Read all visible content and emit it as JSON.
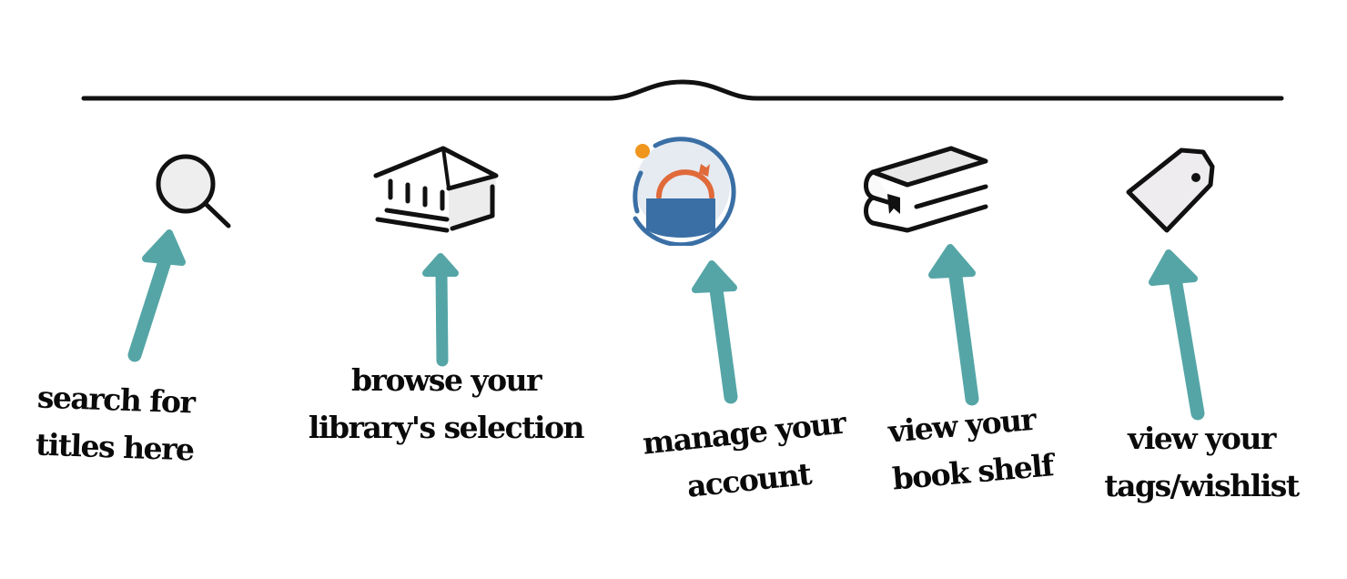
{
  "colors": {
    "arrow": "#55a5a6",
    "line": "#111111",
    "account_blue": "#3a6fa5",
    "account_orange": "#e06a3a",
    "account_dot": "#f0961e"
  },
  "nav_items": [
    {
      "id": "search",
      "icon": "magnifier-icon",
      "label_lines": [
        "search for",
        "titles here"
      ]
    },
    {
      "id": "browse",
      "icon": "library-building-icon",
      "label_lines": [
        "browse your",
        "library's selection"
      ]
    },
    {
      "id": "account",
      "icon": "account-logo-icon",
      "label_lines": [
        "manage your",
        "account"
      ]
    },
    {
      "id": "shelf",
      "icon": "book-stack-icon",
      "label_lines": [
        "view your",
        "book shelf"
      ]
    },
    {
      "id": "tags",
      "icon": "tag-icon",
      "label_lines": [
        "view your",
        "tags/wishlist"
      ]
    }
  ]
}
